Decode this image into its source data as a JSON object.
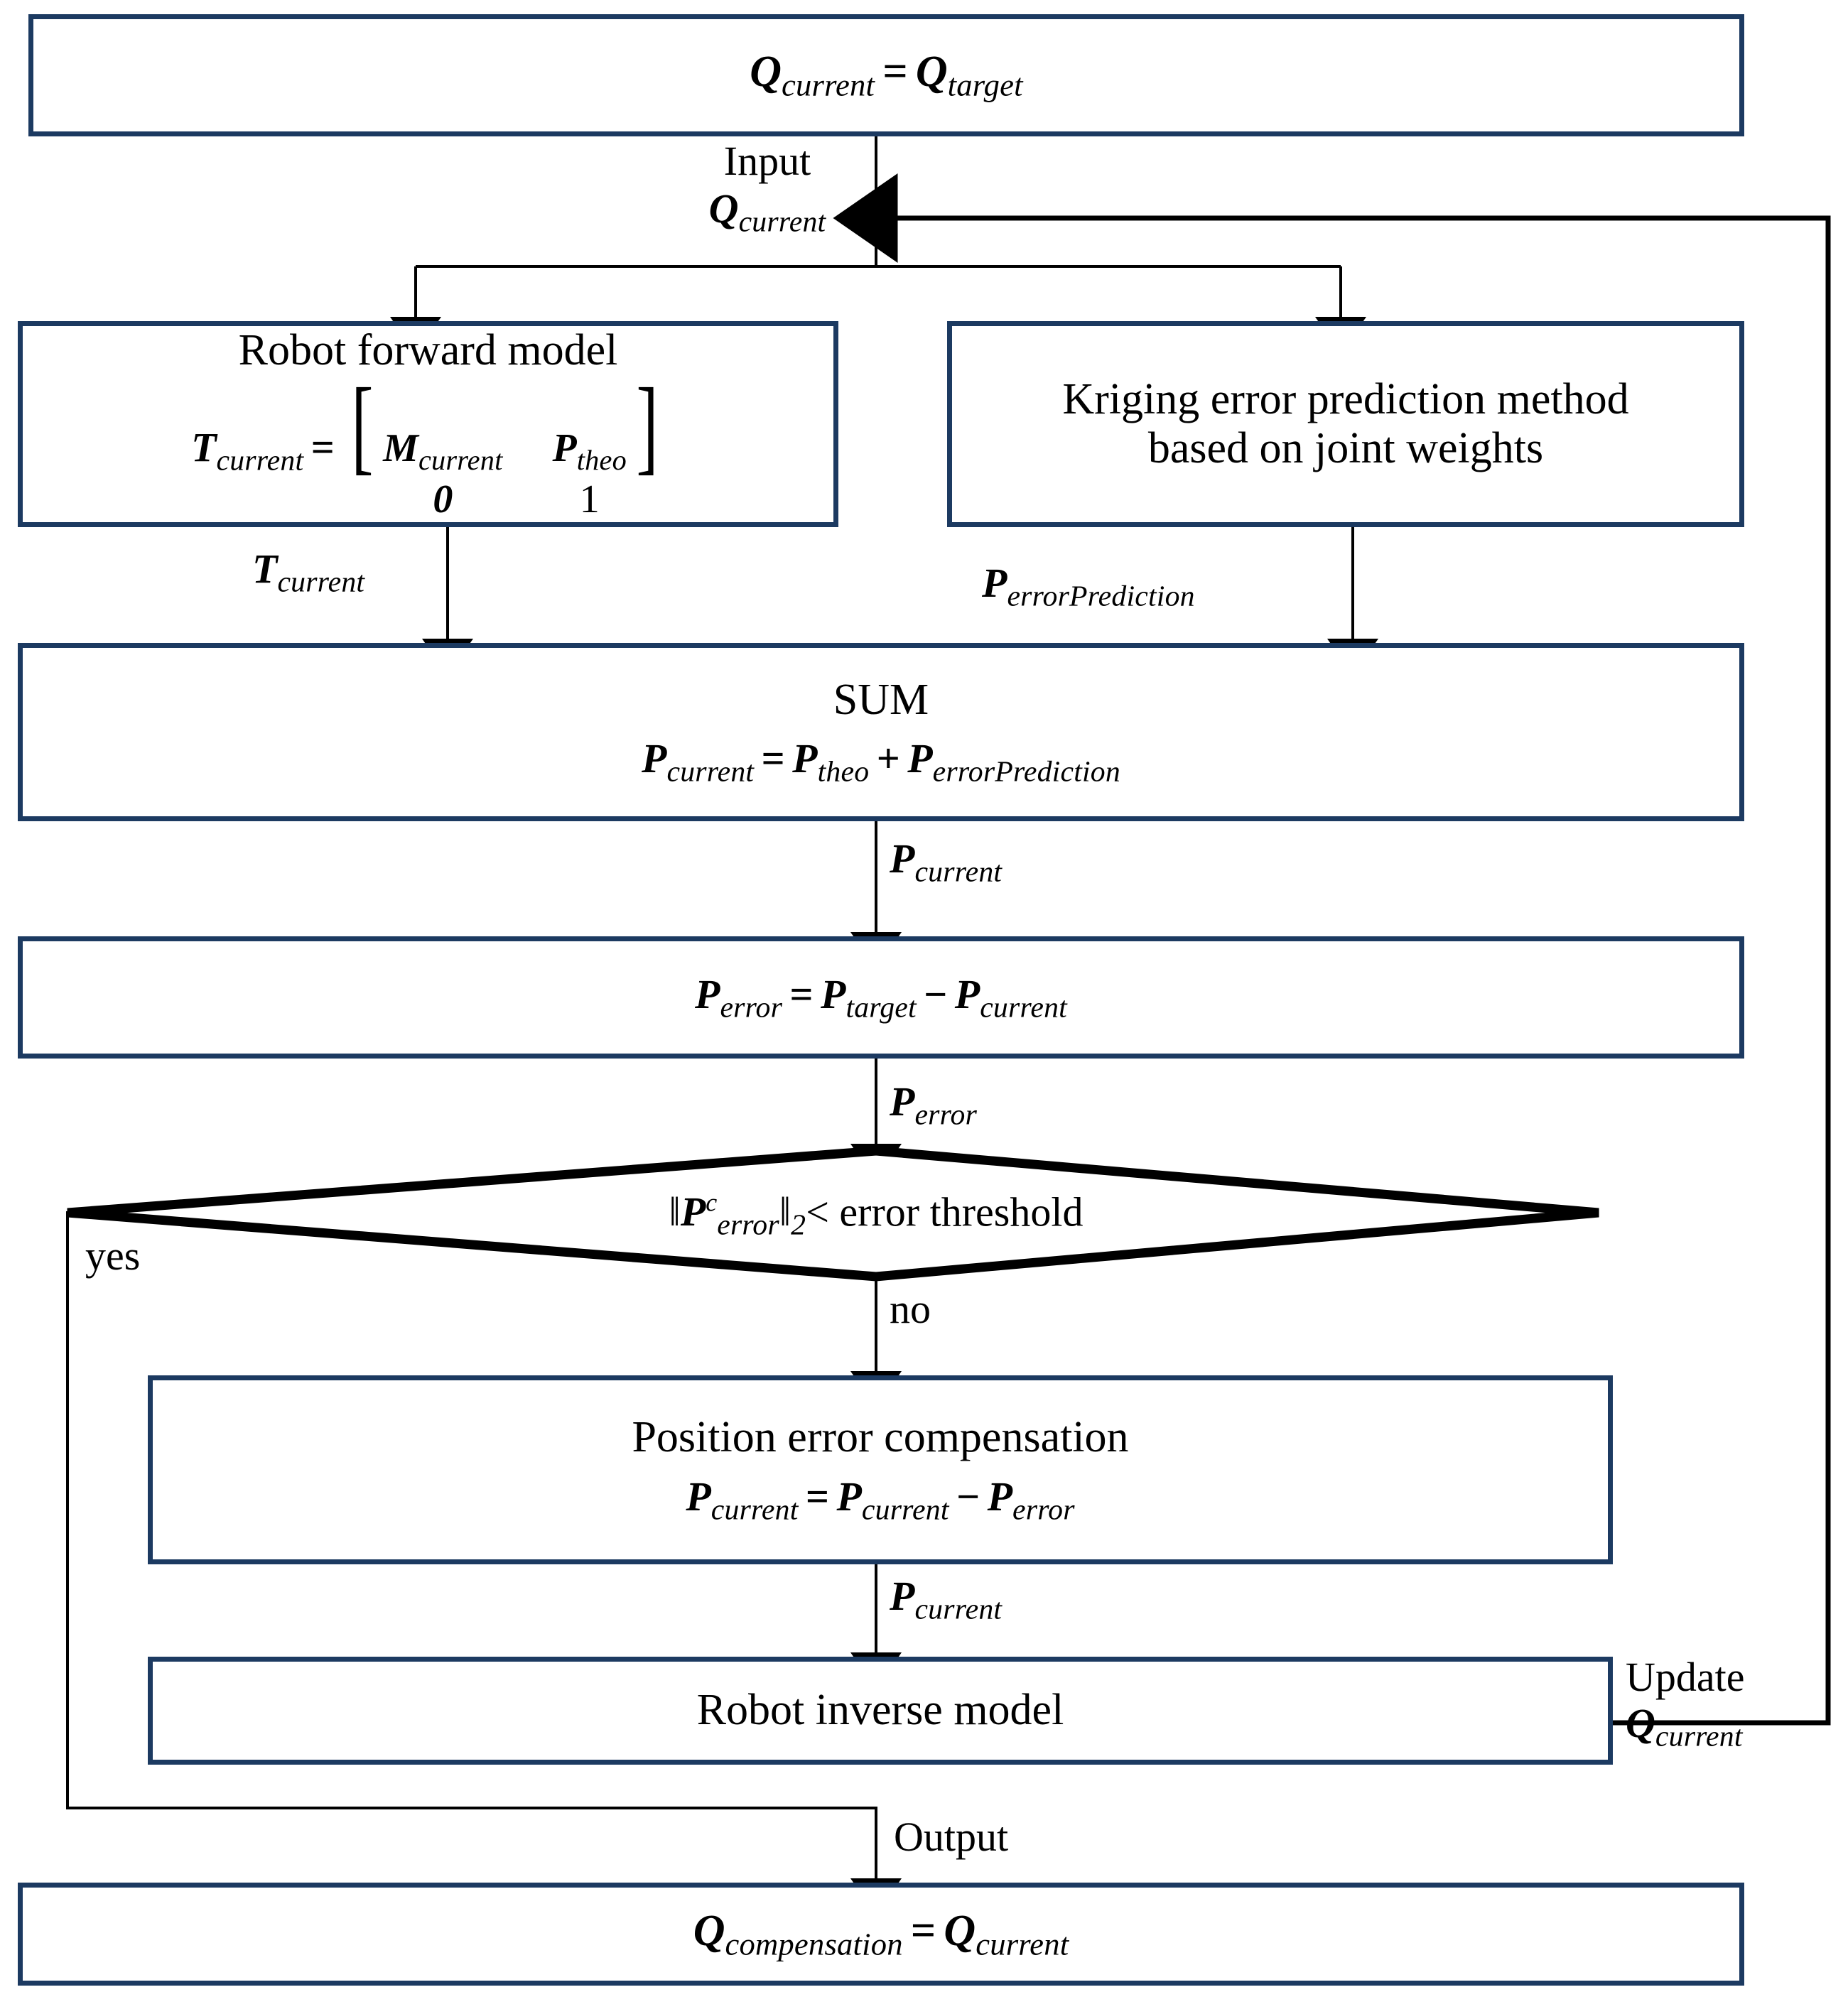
{
  "diagram": {
    "type": "flowchart",
    "title": "Robot position error compensation flowchart with Kriging error prediction",
    "accent_color": "#1c3a61",
    "line_color": "#000000",
    "background": "#ffffff"
  },
  "nodes": {
    "start": {
      "shape": "process",
      "equation": {
        "lhs_symbol": "Q",
        "lhs_sub": "current",
        "operator": "=",
        "rhs_symbol": "Q",
        "rhs_sub": "target"
      }
    },
    "forward_model": {
      "shape": "process",
      "title": "Robot forward model",
      "equation": {
        "lhs_symbol": "T",
        "lhs_sub": "current",
        "operator": "=",
        "matrix": {
          "r0c0_symbol": "M",
          "r0c0_sub": "current",
          "r0c1_symbol": "P",
          "r0c1_sub": "theo",
          "r1c0": "0",
          "r1c1": "1"
        }
      }
    },
    "kriging": {
      "shape": "process",
      "title_line1": "Kriging error prediction method",
      "title_line2": "based on joint weights"
    },
    "sum": {
      "shape": "process",
      "title": "SUM",
      "equation": {
        "lhs_symbol": "P",
        "lhs_sub": "current",
        "operator": "=",
        "t1_symbol": "P",
        "t1_sub": "theo",
        "operator2": "+",
        "t2_symbol": "P",
        "t2_sub": "errorPrediction"
      }
    },
    "error_calc": {
      "shape": "process",
      "equation": {
        "lhs_symbol": "P",
        "lhs_sub": "error",
        "operator": "=",
        "t1_symbol": "P",
        "t1_sub": "target",
        "operator2": "−",
        "t2_symbol": "P",
        "t2_sub": "current"
      }
    },
    "decision": {
      "shape": "diamond",
      "condition": {
        "norm_open": "‖",
        "symbol": "P",
        "sup": "c",
        "sub": "error",
        "norm_close": "‖",
        "norm_sub": "2",
        "comparator": "<",
        "rhs_text": "error threshold"
      }
    },
    "compensation": {
      "shape": "process",
      "title": "Position error compensation",
      "equation": {
        "lhs_symbol": "P",
        "lhs_sub": "current",
        "operator": "=",
        "t1_symbol": "P",
        "t1_sub": "current",
        "operator2": "−",
        "t2_symbol": "P",
        "t2_sub": "error"
      }
    },
    "inverse_model": {
      "shape": "process",
      "title": "Robot inverse model"
    },
    "output": {
      "shape": "process",
      "equation": {
        "lhs_symbol": "Q",
        "lhs_sub": "compensation",
        "operator": "=",
        "rhs_symbol": "Q",
        "rhs_sub": "current"
      }
    }
  },
  "edge_labels": {
    "input": {
      "word": "Input",
      "symbol": "Q",
      "sub": "current"
    },
    "t_current": {
      "symbol": "T",
      "sub": "current"
    },
    "p_error_prediction": {
      "symbol": "P",
      "sub": "errorPrediction"
    },
    "p_current_to_error": {
      "symbol": "P",
      "sub": "current"
    },
    "p_error_to_decision": {
      "symbol": "P",
      "sub": "error"
    },
    "yes": "yes",
    "no": "no",
    "p_current_to_inverse": {
      "symbol": "P",
      "sub": "current"
    },
    "update": {
      "word": "Update",
      "symbol": "Q",
      "sub": "current"
    },
    "output": "Output"
  }
}
